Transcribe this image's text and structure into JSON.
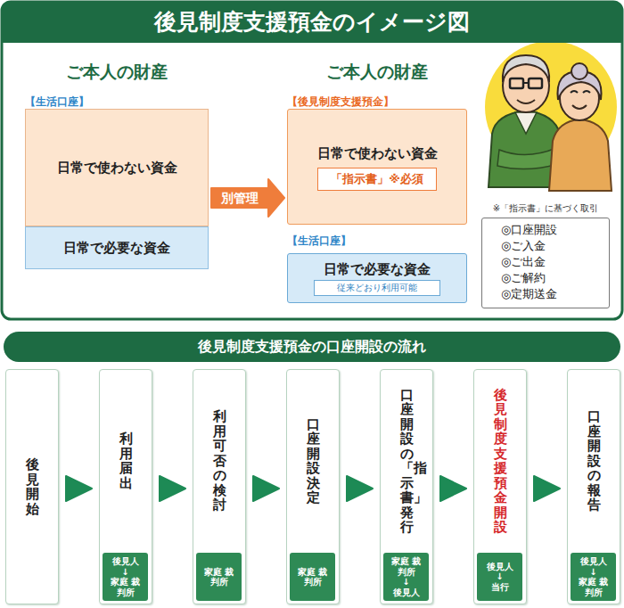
{
  "diagram": {
    "title": "後見制度支援預金のイメージ図",
    "nodes": [
      {
        "text": [
          "ご本人の財産",
          "【生活口座】"
        ]
      },
      {
        "text": [
          "日常で使わない資金"
        ],
        "in": 0
      },
      {
        "text": [
          "日常で必要な資金"
        ],
        "in": 0
      },
      {
        "text": [
          "ご本人の財産",
          "【後見制度支援預金】",
          "日常で使わない資金"
        ]
      },
      {
        "text": [
          "「指示書」※必須"
        ],
        "in": 3
      },
      {
        "text": [
          "【生活口座】",
          "日常で必要な資金"
        ]
      },
      {
        "text": [
          "従来どおり利用可能"
        ],
        "in": 5
      },
      {
        "text": [
          "※「指示書」に基づく取引",
          "◎口座開設",
          "◎ご入金",
          "◎ご出金",
          "◎ご解約",
          "◎定期送金"
        ]
      },
      {
        "text": [
          "後見制度支援預金の口座開設の流れ"
        ]
      },
      {
        "text": [
          "後見開始"
        ]
      },
      {
        "text": [
          "利用届出"
        ]
      },
      {
        "text": [
          "後見人",
          "↓",
          "家庭 裁判所"
        ],
        "in": 10
      },
      {
        "text": [
          "利用可否の検討"
        ]
      },
      {
        "text": [
          "家庭 裁判所"
        ],
        "in": 12
      },
      {
        "text": [
          "口座開設決定"
        ]
      },
      {
        "text": [
          "家庭 裁判所"
        ],
        "in": 14
      },
      {
        "text": [
          "口座開設の「指示書」発行"
        ]
      },
      {
        "text": [
          "家庭 裁判所",
          "↓",
          "後見人"
        ],
        "in": 16
      },
      {
        "text": [
          "後見制度支援預金開設"
        ]
      },
      {
        "text": [
          "後見人",
          "↓",
          "当行"
        ],
        "in": 18
      },
      {
        "text": [
          "口座開設の報告"
        ]
      },
      {
        "text": [
          "後見人",
          "↓",
          "家庭 裁判所"
        ],
        "in": 20
      }
    ],
    "edges": [
      {
        "from": 0,
        "to": 3,
        "arrow": "to",
        "label": "別管理"
      },
      {
        "from": 9,
        "to": 10,
        "arrow": "to"
      },
      {
        "from": 10,
        "to": 12,
        "arrow": "to"
      },
      {
        "from": 12,
        "to": 14,
        "arrow": "to"
      },
      {
        "from": 14,
        "to": 16,
        "arrow": "to"
      },
      {
        "from": 16,
        "to": 18,
        "arrow": "to"
      },
      {
        "from": 18,
        "to": 20,
        "arrow": "to"
      }
    ]
  }
}
